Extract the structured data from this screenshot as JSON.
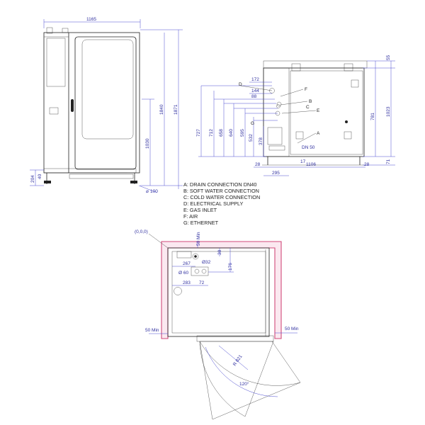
{
  "front_view": {
    "width": "1165",
    "height_total": "1871",
    "height_body": "1840",
    "height_door": "1030",
    "leg_height": "204",
    "leg_small": "40",
    "leg_offset": "100"
  },
  "side_view": {
    "top_offset": "55",
    "h_1023": "1023",
    "h_781": "781",
    "h_71": "71",
    "d_727": "727",
    "d_712": "712",
    "d_658": "658",
    "d_640": "640",
    "d_595": "595",
    "d_532": "532",
    "d_378": "378",
    "d_172": "172",
    "d_144": "144",
    "d_88": "88",
    "d_28a": "28",
    "d_295": "295",
    "d_17": "17",
    "d_1106": "1106",
    "d_28b": "28",
    "dn_label": "DN 50",
    "letters": [
      "D",
      "F",
      "B",
      "C",
      "E",
      "G",
      "A"
    ]
  },
  "legend": [
    "A: DRAIN CONNECTION DN40",
    "B: SOFT WATER CONNECTION",
    "C: COLD WATER CONNECTION",
    "D: ELECTRICAL SUPPLY",
    "E: GAS INLET",
    "F: AIR",
    "G: ETHERNET"
  ],
  "plan_view": {
    "origin": "(0,0,0)",
    "clear_top": "50 Min",
    "clear_left": "50 Min",
    "clear_right": "50 Min",
    "d_267": "267",
    "d_30": "30",
    "d_phi32": "Ø32",
    "d_176": "176",
    "d_phi60": "Ø 60",
    "d_283": "283",
    "d_72": "72",
    "door_radius": "R 821",
    "door_angle": "120°"
  }
}
